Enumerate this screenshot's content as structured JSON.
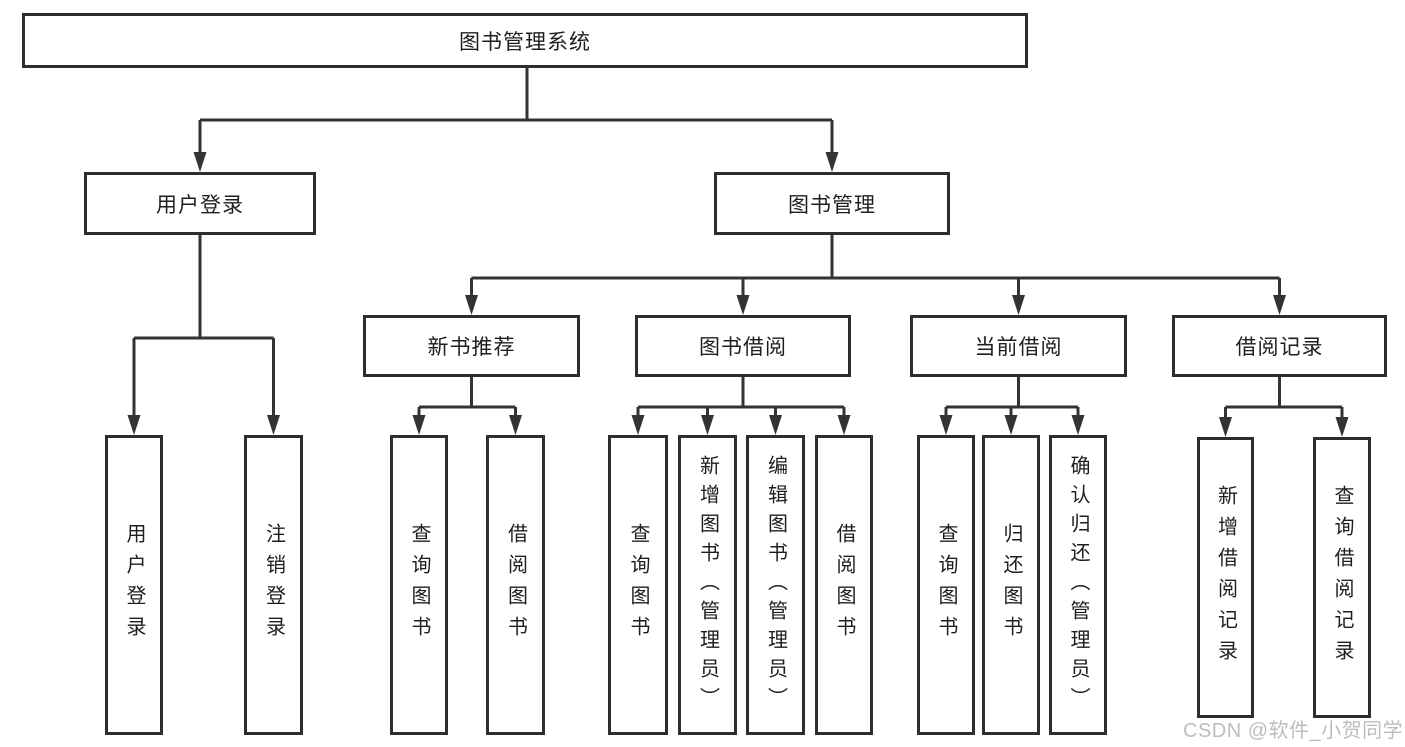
{
  "nodes": {
    "root": "图书管理系统",
    "level2": {
      "user_login": "用户登录",
      "book_management": "图书管理"
    },
    "level3": {
      "new_book_recommend": "新书推荐",
      "book_borrowing": "图书借阅",
      "current_borrowing": "当前借阅",
      "borrowing_records": "借阅记录"
    },
    "leaves": {
      "user_login": "用户登录",
      "logout": "注销登录",
      "query_books_recommend": "查询图书",
      "borrow_books_recommend": "借阅图书",
      "query_books_borrowing": "查询图书",
      "add_book_admin": "新增图书（管理员）",
      "edit_book_admin": "编辑图书（管理员）",
      "borrow_books_borrowing": "借阅图书",
      "query_books_current": "查询图书",
      "return_book": "归还图书",
      "confirm_return_admin": "确认归还（管理员）",
      "add_borrow_record": "新增借阅记录",
      "query_borrow_record": "查询借阅记录"
    }
  },
  "watermark": "CSDN @软件_小贺同学",
  "colors": {
    "line": "#333333",
    "box_border": "#2d2d2d",
    "text": "#1e1e1e",
    "watermark": "#bdbdbd",
    "background": "#ffffff"
  }
}
